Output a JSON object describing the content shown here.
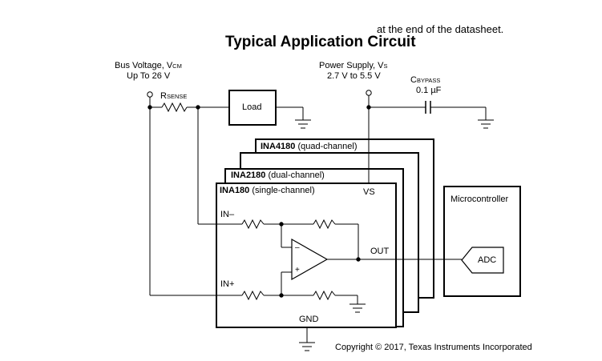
{
  "header_note": "at the end of the datasheet.",
  "title": "Typical Application Circuit",
  "bus_voltage": {
    "line1_pre": "Bus Voltage, V",
    "line1_sub": "CM",
    "line2": "Up To 26 V"
  },
  "power_supply": {
    "line1_pre": "Power Supply, V",
    "line1_sub": "S",
    "line2": "2.7 V to 5.5 V"
  },
  "cbypass": {
    "main": "C",
    "sub": "BYPASS",
    "value": "0.1 µF"
  },
  "rsense": {
    "main": "R",
    "sub": "SENSE"
  },
  "load_label": "Load",
  "chips": {
    "quad": {
      "name": "INA4180",
      "desc": "(quad-channel)"
    },
    "dual": {
      "name": "INA2180",
      "desc": "(dual-channel)"
    },
    "single": {
      "name": "INA180",
      "desc": "(single-channel)"
    }
  },
  "pins": {
    "vs": "VS",
    "in_minus": "IN–",
    "in_plus": "IN+",
    "out": "OUT",
    "gnd": "GND"
  },
  "amp_signs": {
    "minus": "–",
    "plus": "+"
  },
  "microcontroller": "Microcontroller",
  "adc": "ADC",
  "copyright": "Copyright © 2017, Texas Instruments Incorporated"
}
